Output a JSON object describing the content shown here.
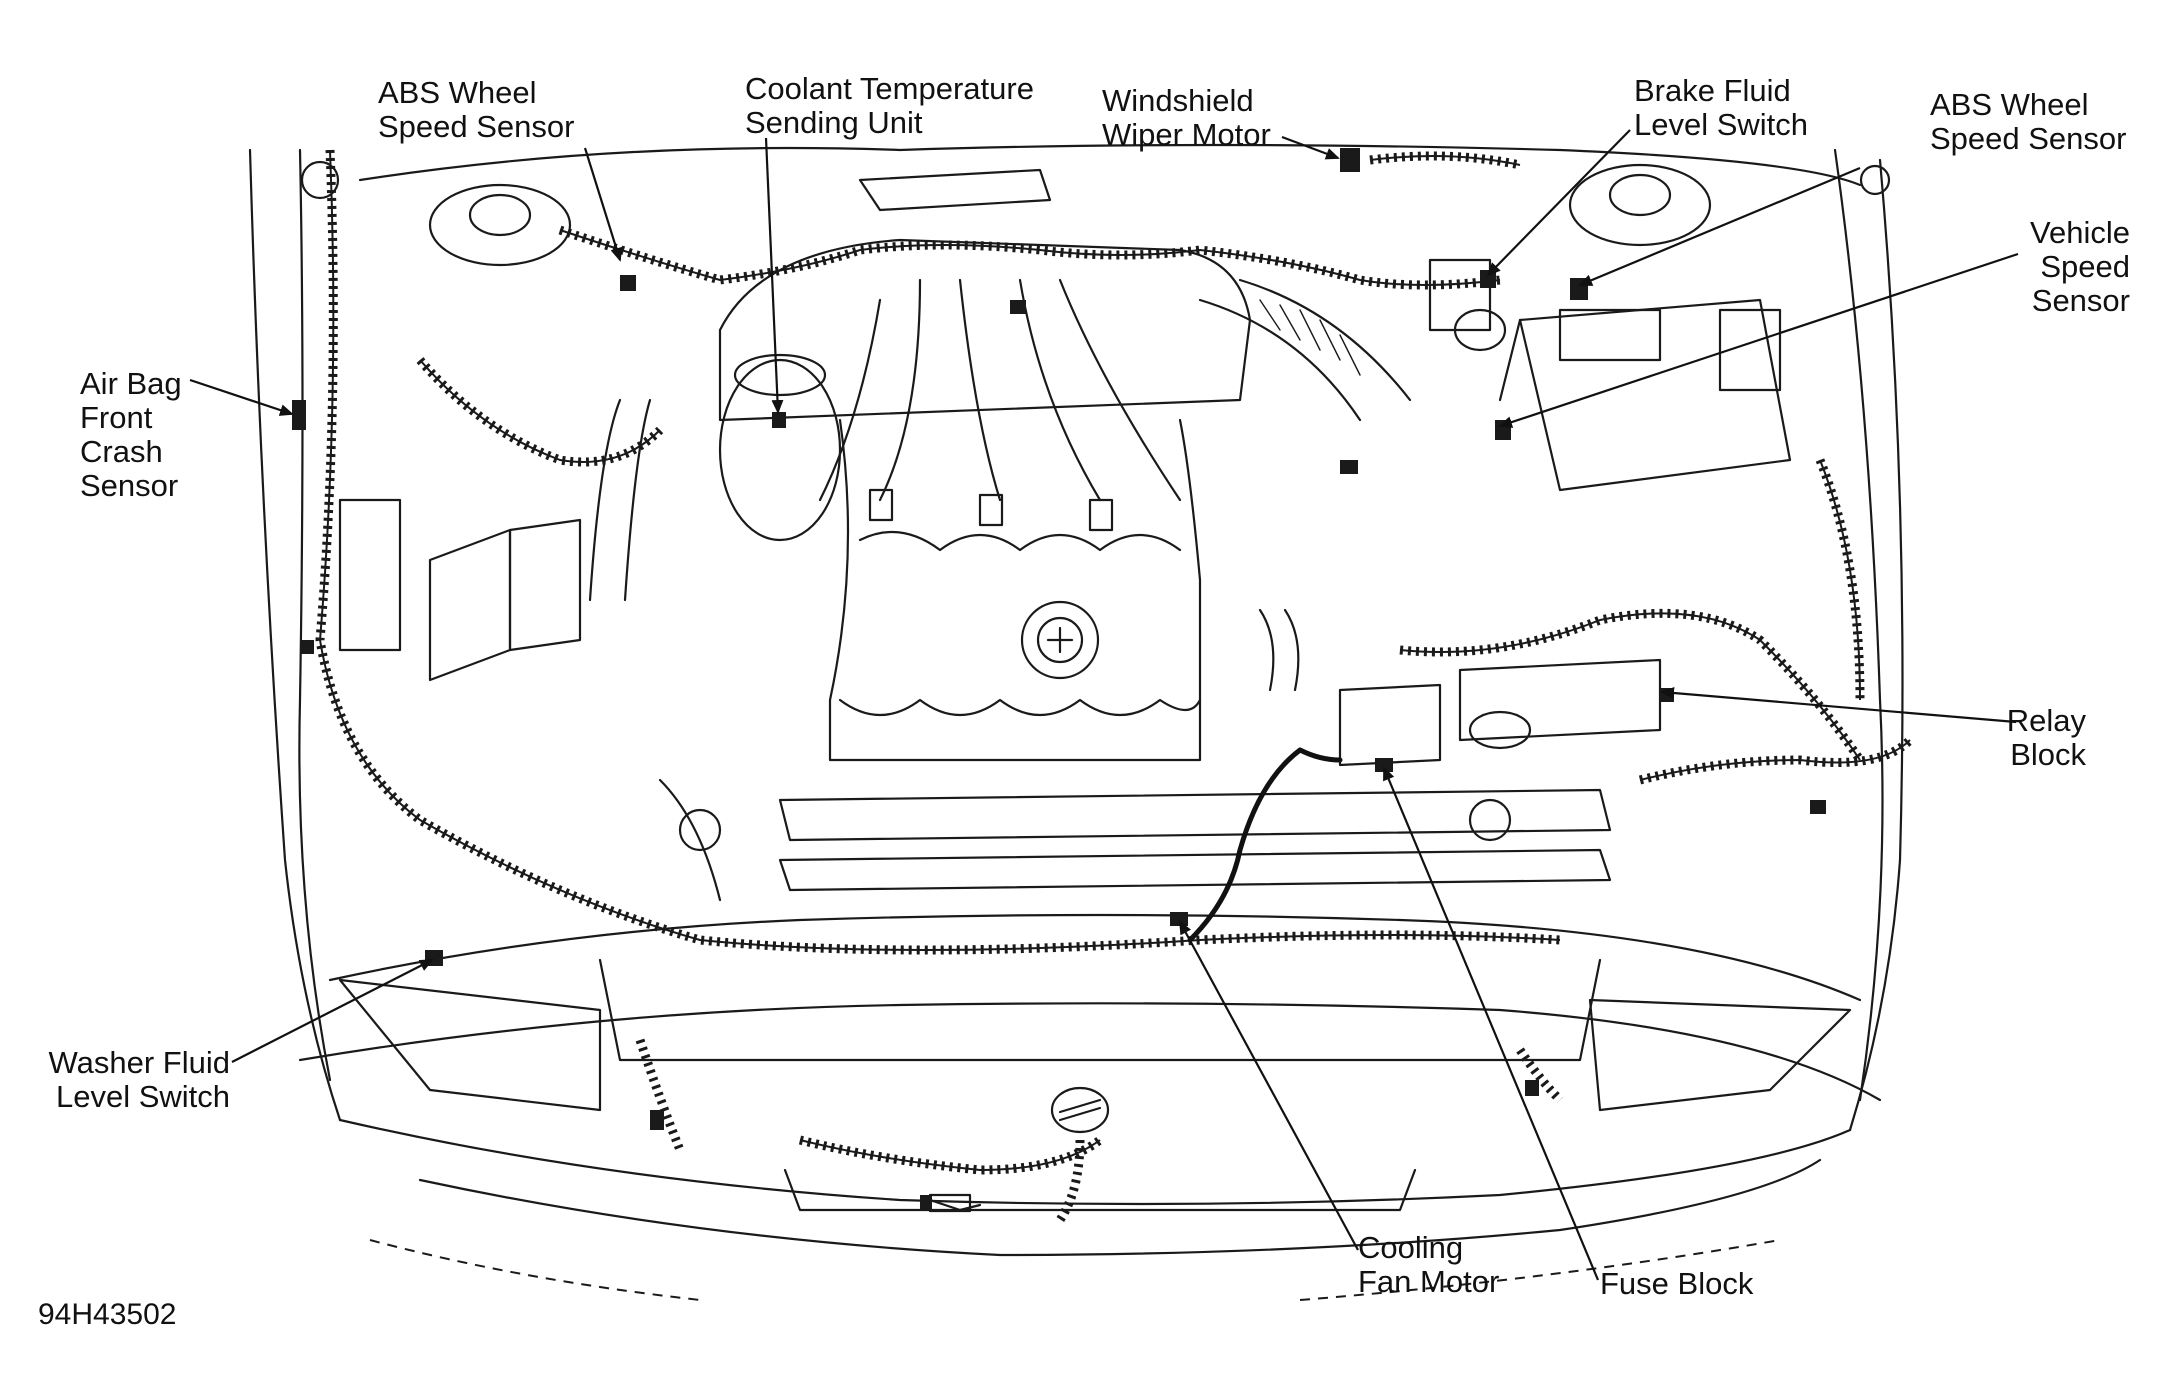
{
  "figure_id": "94H43502",
  "callouts": {
    "abs_left": "ABS Wheel\nSpeed Sensor",
    "coolant_temp": "Coolant Temperature\nSending Unit",
    "wiper_motor": "Windshield\nWiper Motor",
    "brake_fluid": "Brake Fluid\nLevel Switch",
    "abs_right": "ABS Wheel\nSpeed Sensor",
    "vehicle_speed": "Vehicle\nSpeed\nSensor",
    "air_bag": "Air Bag\nFront\nCrash\nSensor",
    "relay_block": "Relay\nBlock",
    "washer_fluid": "Washer Fluid\nLevel Switch",
    "cooling_fan": "Cooling\nFan Motor",
    "fuse_block": "Fuse Block"
  },
  "icons": [
    "arrowhead-icon",
    "ford-emblem-icon"
  ],
  "colors": {
    "ink": "#111111",
    "paper": "#ffffff"
  }
}
